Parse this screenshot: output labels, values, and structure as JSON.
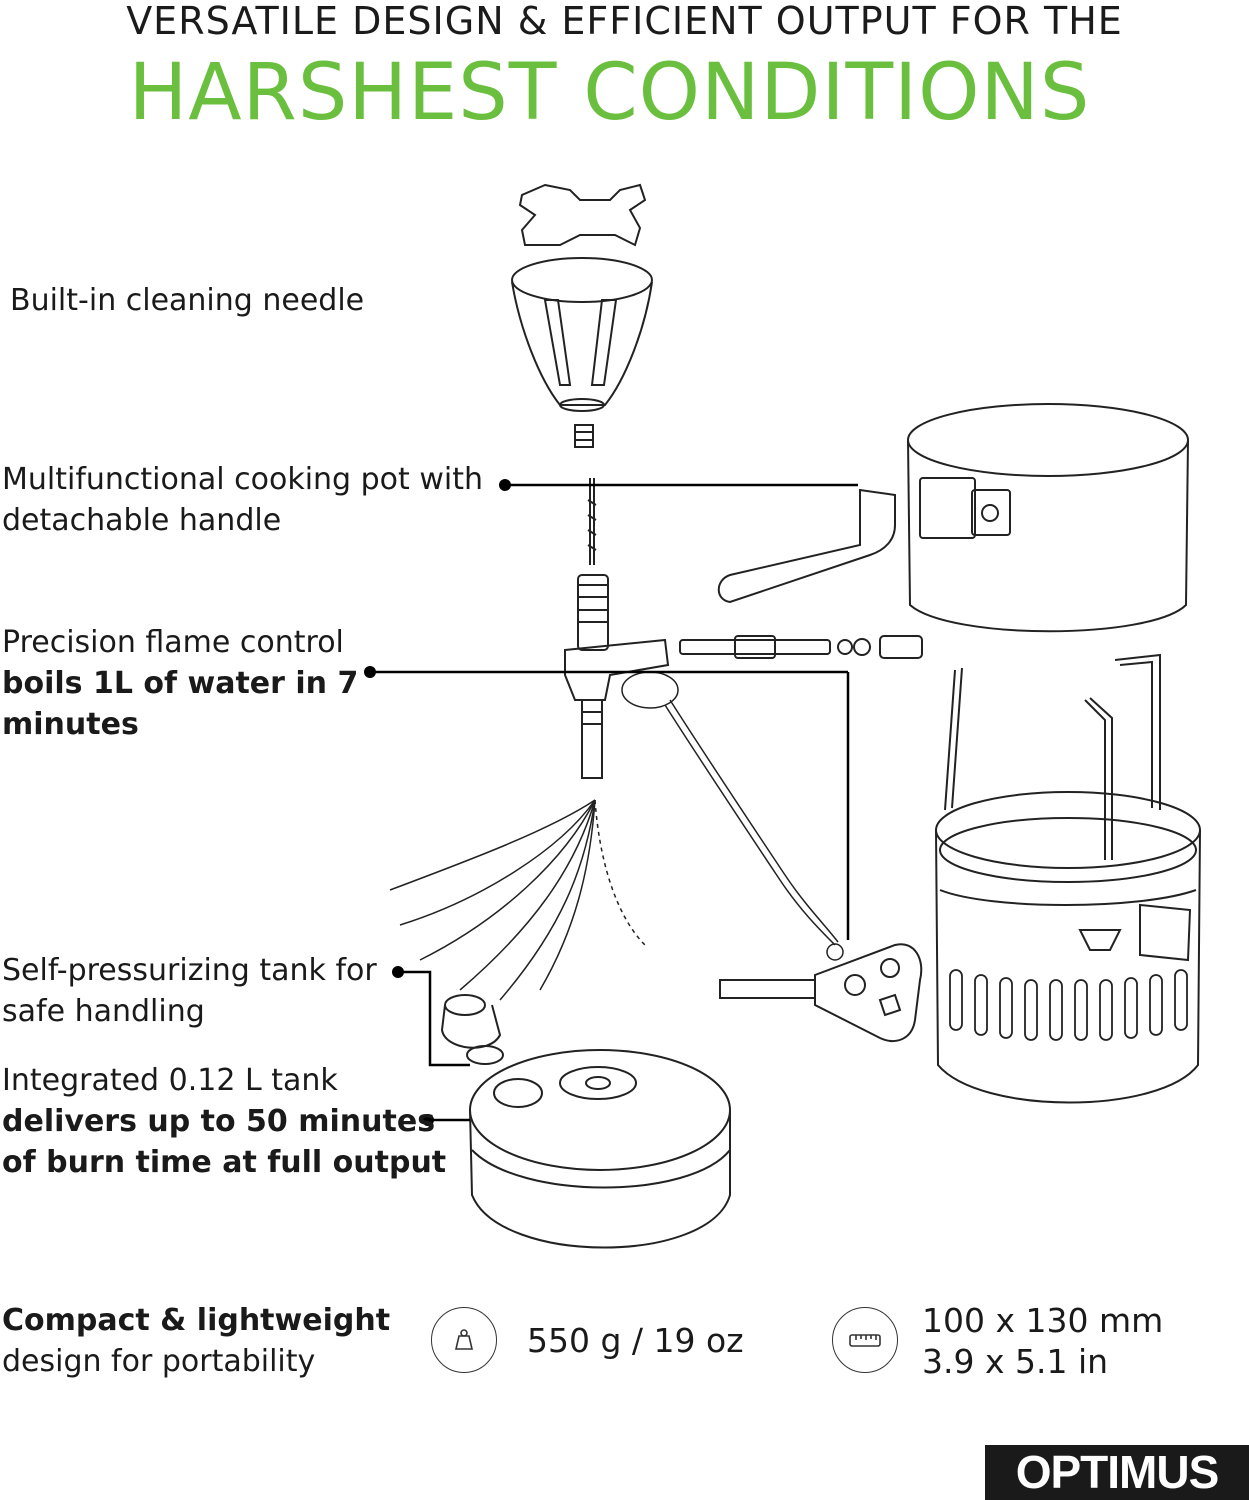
{
  "header": {
    "line1": "VERSATILE DESIGN & EFFICIENT OUTPUT FOR THE",
    "line2": "HARSHEST CONDITIONS",
    "accent_color": "#6abf3f"
  },
  "callouts": [
    {
      "plain": "Built-in cleaning needle",
      "strong": ""
    },
    {
      "plain": "Multifunctional cooking pot with",
      "plain2": "detachable handle"
    },
    {
      "plain": "Precision flame control",
      "strong": "boils 1L of water in 7",
      "strong2": "minutes"
    },
    {
      "plain": "Self-pressurizing tank for",
      "plain2": "safe handling"
    },
    {
      "plain": "Integrated 0.12 L tank",
      "strong": "delivers up to 50 minutes",
      "strong2": "of burn time at full output"
    }
  ],
  "specs": {
    "compact_strong": "Compact & lightweight",
    "compact_plain": "design for portability",
    "weight": "550 g / 19 oz",
    "weight_icon": "weight-icon",
    "dimensions_line1": "100 x 130 mm",
    "dimensions_line2": "3.9 x 5.1 in",
    "dimensions_icon": "ruler-icon"
  },
  "brand": {
    "name": "OPTIMUS"
  }
}
